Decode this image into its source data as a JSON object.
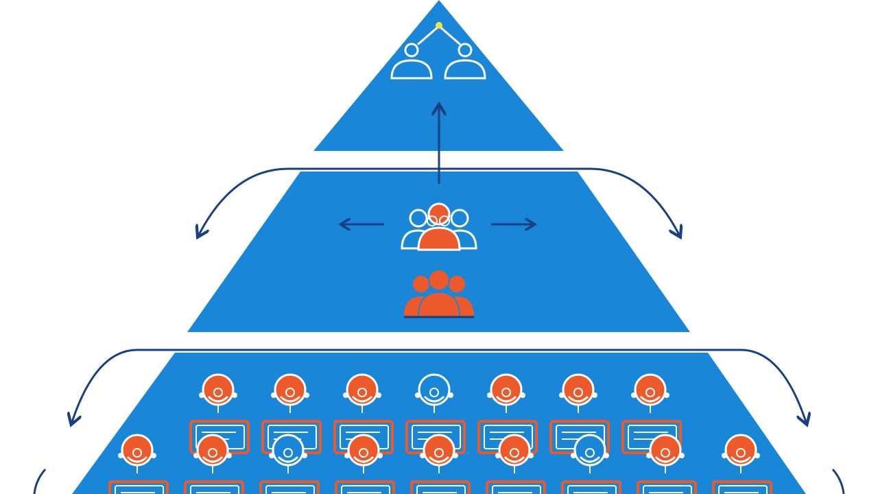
{
  "diagram": {
    "kind": "hierarchy-pyramid",
    "colors": {
      "background": "#ffffff",
      "tier_fill": "#1a86d8",
      "arrow": "#16407f",
      "accent": "#ec5a2c",
      "outline": "#ffffff",
      "dot": "#f4e04d"
    },
    "tiers": [
      {
        "name": "top",
        "icons": [
          "two-person-link-icon"
        ],
        "arrows": [
          "up-arrow"
        ]
      },
      {
        "name": "middle",
        "icons": [
          "team-meeting-icon",
          "group-icon"
        ],
        "arrows": [
          "left-arrow",
          "right-arrow",
          "curved-left-arrow",
          "curved-right-arrow"
        ]
      },
      {
        "name": "bottom",
        "rows": [
          {
            "worker_count": 7
          },
          {
            "worker_count": 9
          }
        ],
        "icons": [
          "worker-at-desk-icon"
        ],
        "arrows": [
          "curved-left-arrow",
          "curved-right-arrow"
        ]
      }
    ]
  }
}
